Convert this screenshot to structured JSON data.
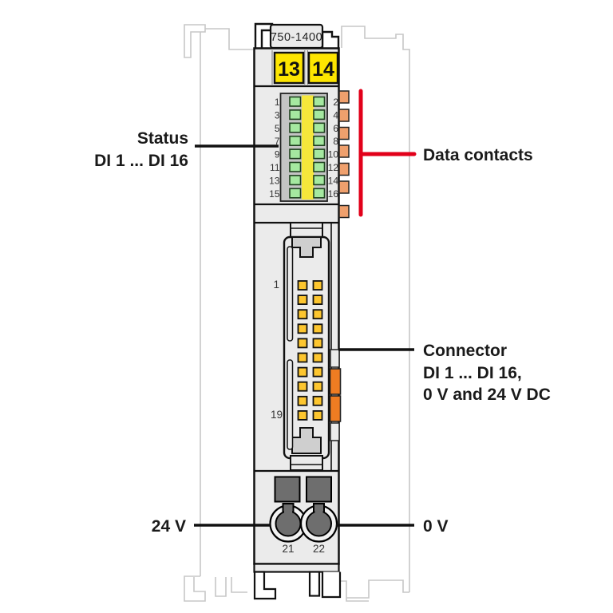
{
  "module": {
    "part_number": "750-1400",
    "id_tab_left": "13",
    "id_tab_right": "14",
    "status_numbers_left": [
      "1",
      "3",
      "5",
      "7",
      "9",
      "11",
      "13",
      "15"
    ],
    "status_numbers_right": [
      "2",
      "4",
      "6",
      "8",
      "10",
      "12",
      "14",
      "16"
    ],
    "led_count": 16,
    "data_contact_count": 7,
    "connector_pin_rows": 10,
    "connector_pin_count": 20,
    "connector_pin_first_label": "1",
    "connector_pin_last_label": "19",
    "power_terminal_left_label": "21",
    "power_terminal_right_label": "22"
  },
  "annotations": {
    "status_line1": "Status",
    "status_line2": "DI 1 ... DI 16",
    "data_contacts": "Data contacts",
    "connector_line1": "Connector",
    "connector_line2": "DI 1 ... DI 16,",
    "connector_line3": "0 V and 24 V DC",
    "left_terminal": "24 V",
    "right_terminal": "0 V"
  },
  "colors": {
    "accent_red": "#e2001a",
    "id_tab_yellow": "#fde500",
    "led_green": "#a5e8a0",
    "led_strip_yellow": "#f5e73b",
    "data_contact_orange": "#efa06d",
    "latch_orange": "#ef7c22",
    "pin_gold": "#fdc62f",
    "body_gray": "#ebebeb",
    "panel_gray": "#c4c4c4",
    "dark_gray": "#6e6e6e"
  }
}
